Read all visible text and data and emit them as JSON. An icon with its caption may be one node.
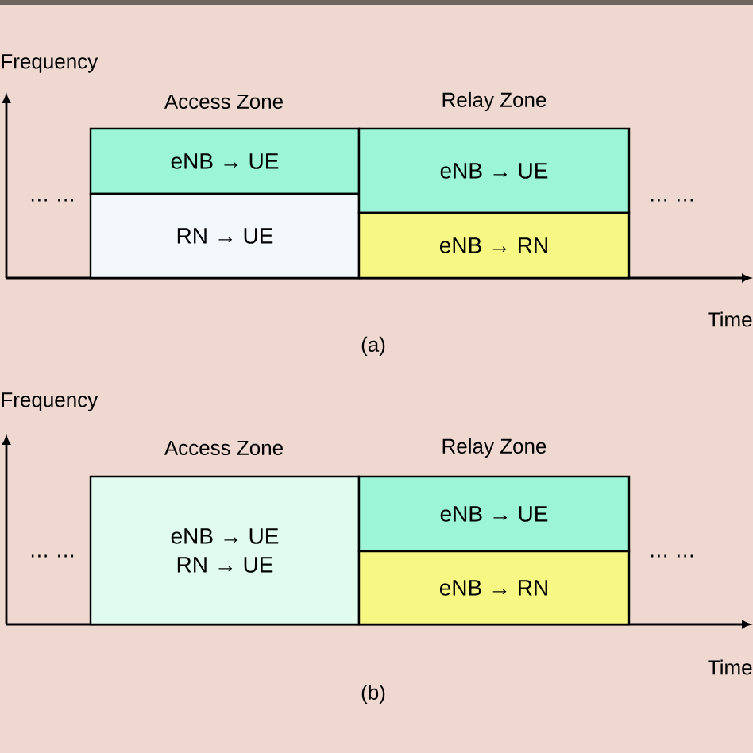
{
  "diagram": {
    "nodes": [
      {
        "text": [
          "eNB → UE"
        ]
      },
      {
        "text": [
          "RN → UE"
        ]
      },
      {
        "text": [
          "eNB → UE"
        ]
      },
      {
        "text": [
          "eNB → RN"
        ]
      },
      {
        "text": [
          "eNB → UE",
          "RN → UE"
        ]
      },
      {
        "text": [
          "eNB → UE"
        ]
      },
      {
        "text": [
          "eNB → RN"
        ]
      }
    ],
    "edges": [],
    "labels": [
      "Frequency",
      "Access Zone",
      "Relay Zone",
      "… …",
      "… …",
      "Time",
      "(a)",
      "Frequency",
      "Access Zone",
      "Relay Zone",
      "… …",
      "… …",
      "Time",
      "(b)"
    ]
  }
}
